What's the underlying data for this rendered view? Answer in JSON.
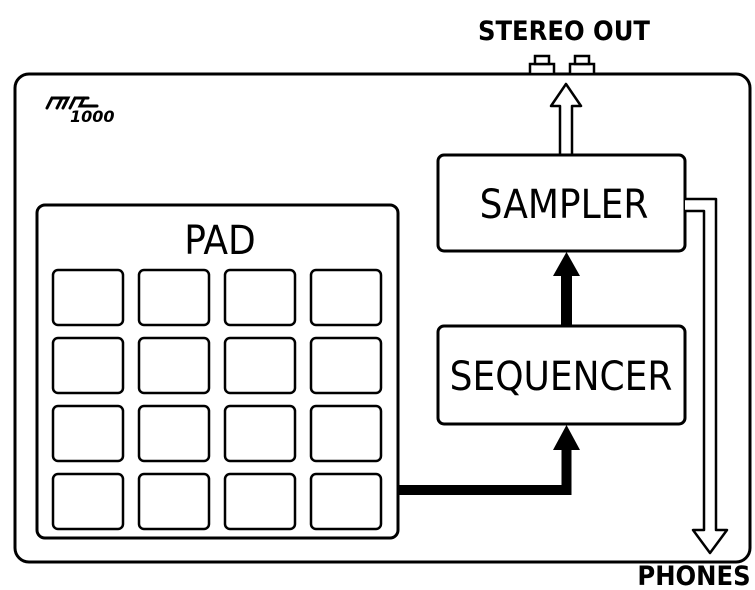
{
  "labels": {
    "stereo_out": "STEREO OUT",
    "phones": "PHONES",
    "sampler": "SAMPLER",
    "sequencer": "SEQUENCER",
    "pad": "PAD",
    "logo": "MPC 1000"
  },
  "pad_grid": {
    "rows": 4,
    "cols": 4
  },
  "colors": {
    "line": "#000000",
    "background": "#ffffff"
  }
}
